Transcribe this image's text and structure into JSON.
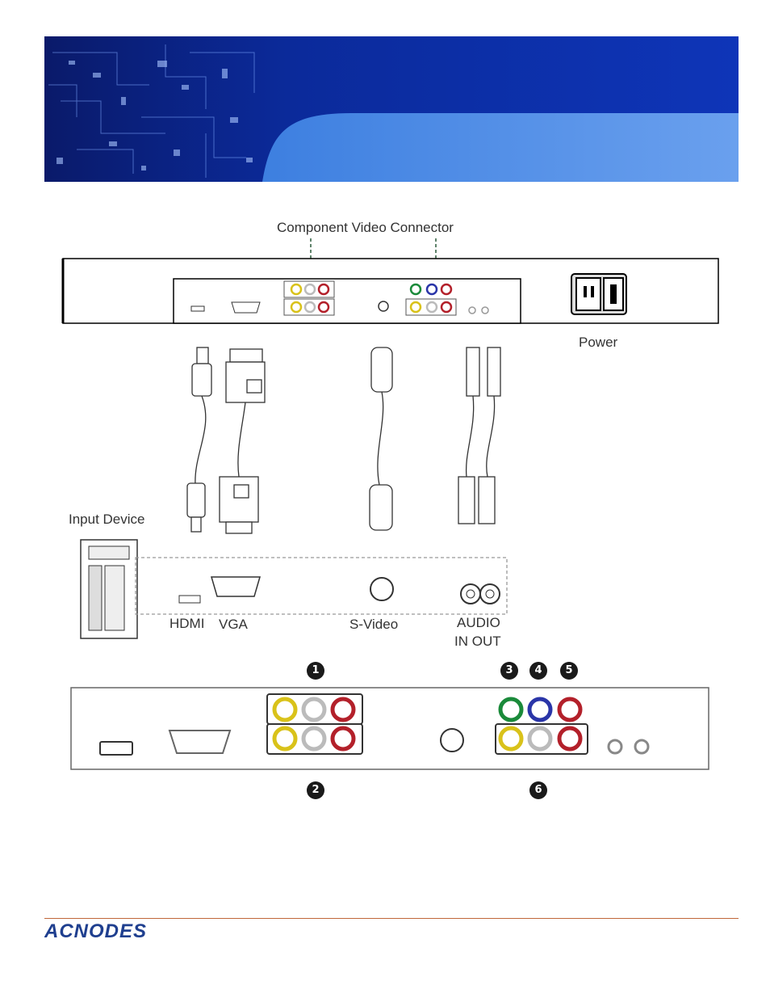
{
  "diagram": {
    "title": "Component Video Connector",
    "power_label": "Power",
    "input_device_label": "Input Device",
    "port_labels": {
      "hdmi": "HDMI",
      "vga": "VGA",
      "svideo": "S-Video",
      "audio": "AUDIO",
      "audio_sub": "IN OUT"
    },
    "callouts": [
      "1",
      "2",
      "3",
      "4",
      "5",
      "6"
    ]
  },
  "footer": {
    "brand": "ACNODES"
  },
  "colors": {
    "banner_blue": "#0d2ea8",
    "rca_yellow": "#d9c21a",
    "rca_red": "#b3202a",
    "rca_green": "#1a8a3a",
    "rca_blue": "#2a35a8",
    "rca_white": "#bbbbbb",
    "footer_rule": "#c0673a",
    "logo_blue": "#1f3f8f"
  }
}
